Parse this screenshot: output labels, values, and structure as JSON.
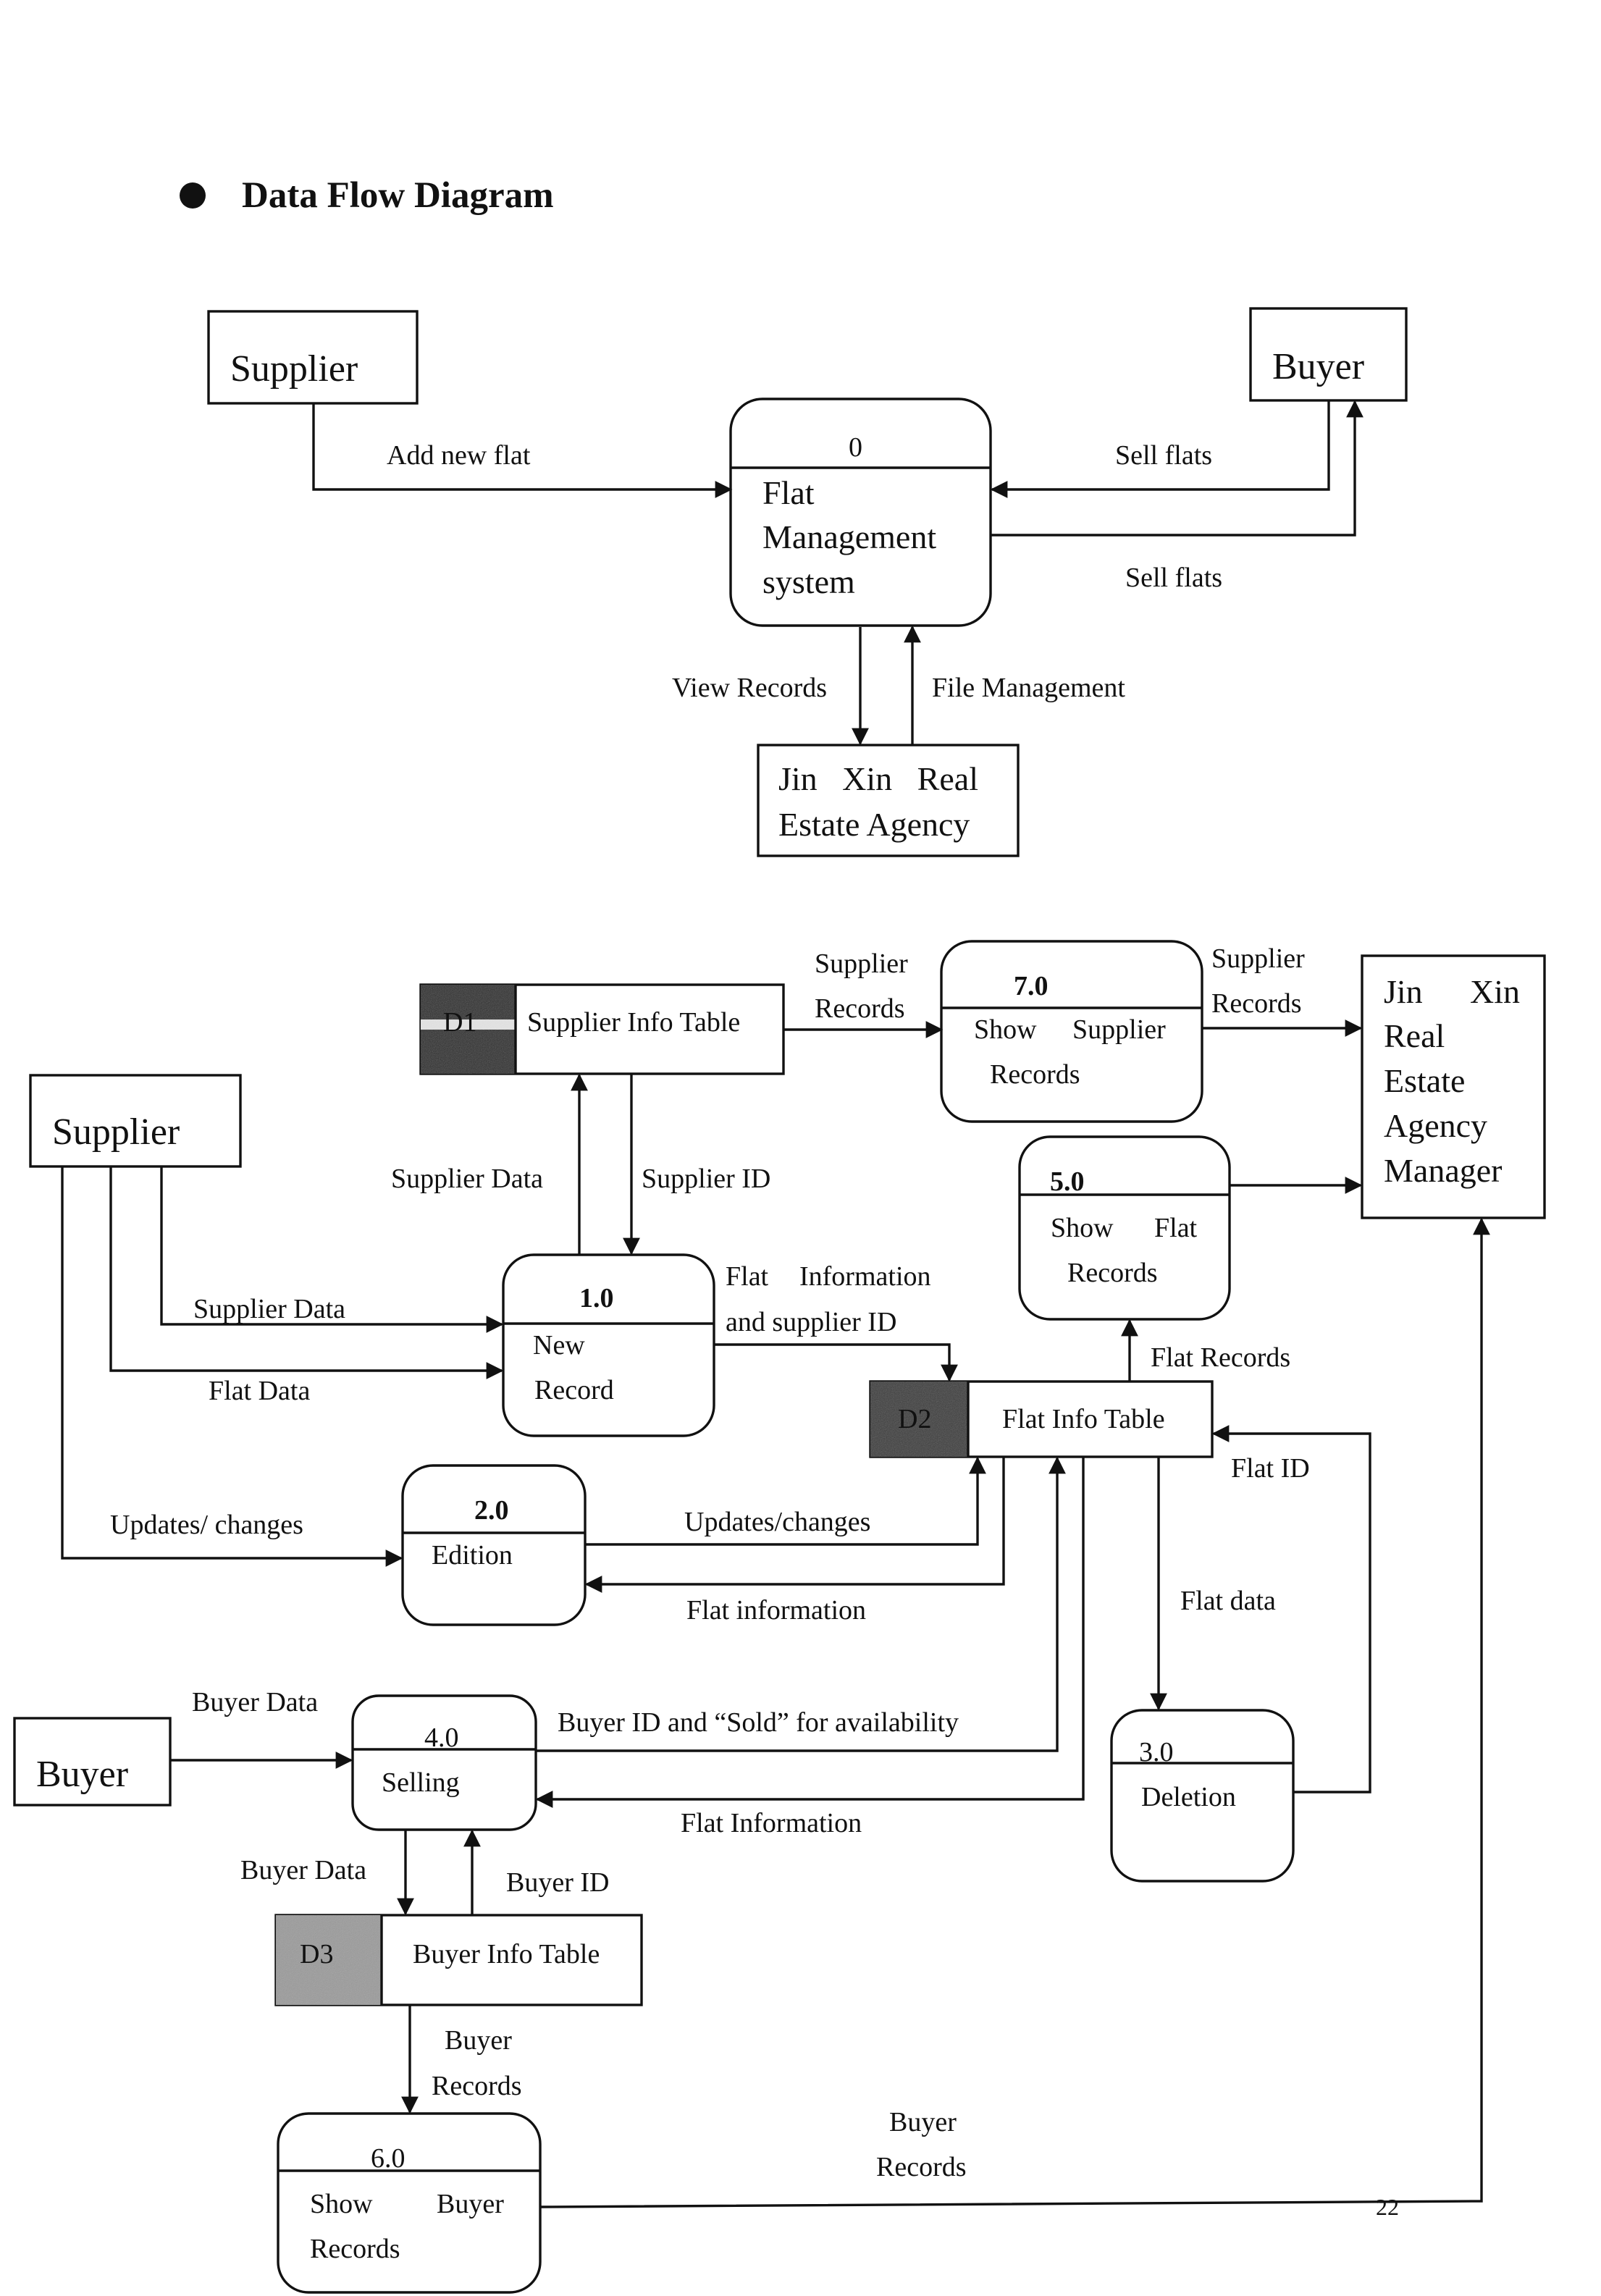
{
  "heading": "Data Flow Diagram",
  "page_number": "22",
  "context_diagram": {
    "entities": {
      "supplier": "Supplier",
      "buyer": "Buyer"
    },
    "process": {
      "id": "0",
      "lines": [
        "Flat",
        "Management",
        "system"
      ]
    },
    "store": {
      "lines": [
        "Jin   Xin   Real",
        "Estate Agency"
      ]
    },
    "flows": {
      "add_new_flat": "Add new flat",
      "sell_flats_in": "Sell flats",
      "sell_flats_out": "Sell flats",
      "view_records": "View Records",
      "file_management": "File Management"
    }
  },
  "level1_diagram": {
    "entities": {
      "supplier": "Supplier",
      "buyer": "Buyer",
      "manager": [
        "Jin",
        "Xin",
        "Real",
        "Estate",
        "Agency",
        "Manager"
      ]
    },
    "stores": {
      "d1": {
        "tag": "D1",
        "label": "Supplier Info Table"
      },
      "d2": {
        "tag": "D2",
        "label": "Flat Info Table"
      },
      "d3": {
        "tag": "D3",
        "label": "Buyer Info Table"
      }
    },
    "processes": {
      "p1": {
        "id": "1.0",
        "lines": [
          "New",
          "Record"
        ]
      },
      "p2": {
        "id": "2.0",
        "lines": [
          "Edition"
        ]
      },
      "p3": {
        "id": "3.0",
        "lines": [
          "Deletion"
        ]
      },
      "p4": {
        "id": "4.0",
        "lines": [
          "Selling"
        ]
      },
      "p5": {
        "id": "5.0",
        "lines": [
          "Show",
          "Flat",
          "Records"
        ]
      },
      "p6": {
        "id": "6.0",
        "lines": [
          "Show",
          "Buyer",
          "Records"
        ]
      },
      "p7": {
        "id": "7.0",
        "lines": [
          "Show",
          "Supplier",
          "Records"
        ]
      }
    },
    "flows": {
      "supplier_records_in": [
        "Supplier",
        "Records"
      ],
      "supplier_records_out": [
        "Supplier",
        "Records"
      ],
      "supplier_data_up": "Supplier Data",
      "supplier_id_down": "Supplier ID",
      "supplier_data": "Supplier Data",
      "flat_data": "Flat Data",
      "flat_info_supplier_id": [
        "Flat",
        "Information",
        "and supplier ID"
      ],
      "flat_records": "Flat Records",
      "flat_id": "Flat ID",
      "updates_changes_left": "Updates/ changes",
      "updates_changes_right": "Updates/changes",
      "flat_information_edit": "Flat information",
      "flat_data_delete": "Flat data",
      "buyer_data_in": "Buyer Data",
      "buyer_id_sold": "Buyer ID and “Sold” for availability",
      "flat_information_sell": "Flat Information",
      "buyer_data_down": "Buyer Data",
      "buyer_id_up": "Buyer ID",
      "buyer_records_down": [
        "Buyer",
        "Records"
      ],
      "buyer_records_mgr": [
        "Buyer",
        "Records"
      ]
    }
  }
}
